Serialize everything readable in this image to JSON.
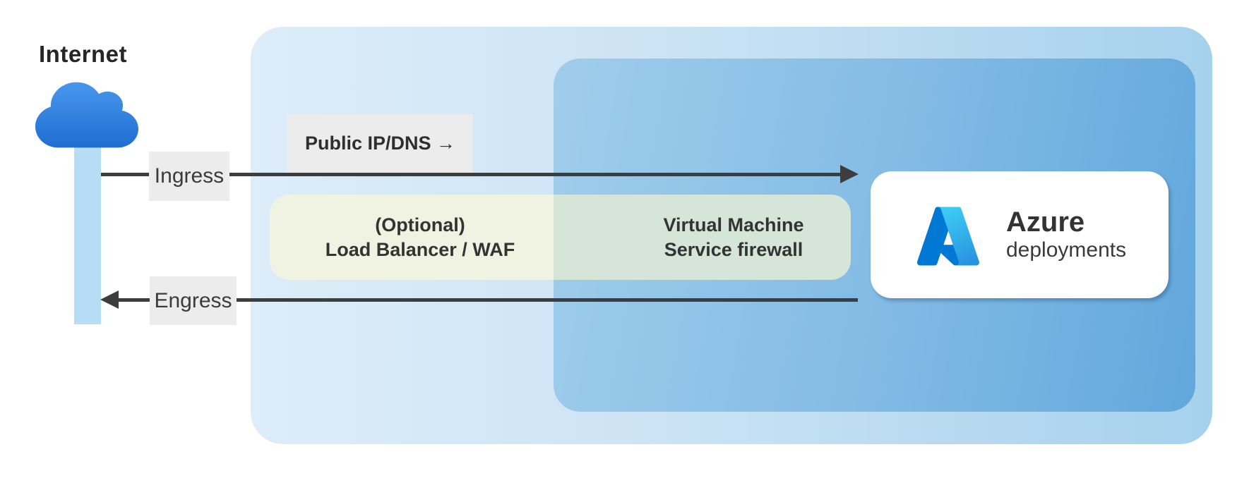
{
  "internet": {
    "label": "Internet"
  },
  "flows": {
    "ingress_label": "Ingress",
    "egress_label": "Engress"
  },
  "public_ip": {
    "label": "Public IP/DNS →"
  },
  "load_balancer": {
    "line1": "(Optional)",
    "line2": "Load Balancer / WAF"
  },
  "vm_firewall": {
    "line1": "Virtual Machine",
    "line2": "Service firewall"
  },
  "azure_card": {
    "title": "Azure",
    "subtitle": "deployments"
  },
  "colors": {
    "outer_region_left": "#ddedf9",
    "outer_region_right": "#a6d1ed",
    "inner_region_left": "#a0cdeb",
    "inner_region_right": "#62a8dc",
    "band_left": "#f0f3e1",
    "band_right": "#d5e5d8",
    "label_box_bg": "#ececec",
    "arrow": "#3d3d3d",
    "internet_bar": "#b7dcf6",
    "cloud_top": "#4897ec",
    "cloud_bottom": "#1f6ed2",
    "card_bg": "#ffffff",
    "text_dark": "#262626"
  }
}
